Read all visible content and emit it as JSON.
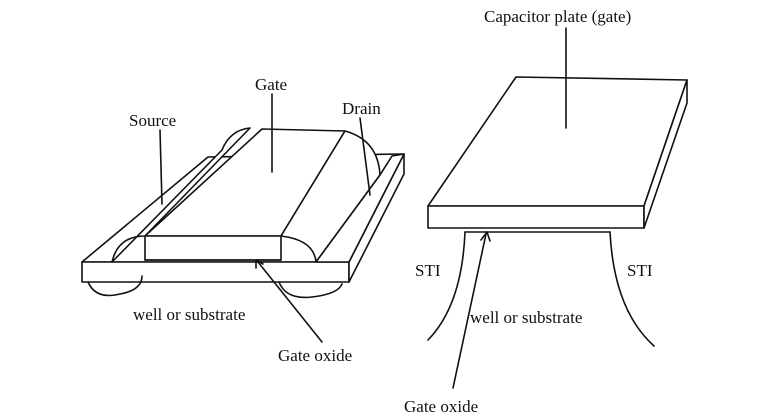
{
  "diagram": {
    "mosfet": {
      "labels": {
        "gate": "Gate",
        "source": "Source",
        "drain": "Drain",
        "well": "well or substrate",
        "gate_oxide": "Gate oxide"
      }
    },
    "capacitor": {
      "labels": {
        "plate": "Capacitor plate (gate)",
        "sti_left": "STI",
        "sti_right": "STI",
        "well": "well or substrate",
        "gate_oxide": "Gate oxide"
      }
    },
    "colors": {
      "stroke": "#111111",
      "background": "#ffffff"
    }
  }
}
